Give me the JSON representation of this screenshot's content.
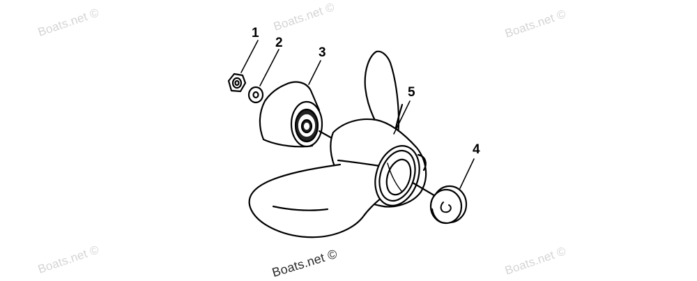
{
  "watermarks": {
    "text": "Boats.net ©"
  },
  "callouts": {
    "c1": "1",
    "c2": "2",
    "c3": "3",
    "c4": "4",
    "c5": "5"
  },
  "colors": {
    "line": "#000000",
    "watermark_light": "#d4d4d4",
    "watermark_dark": "#2a2a2a",
    "background": "#ffffff"
  }
}
